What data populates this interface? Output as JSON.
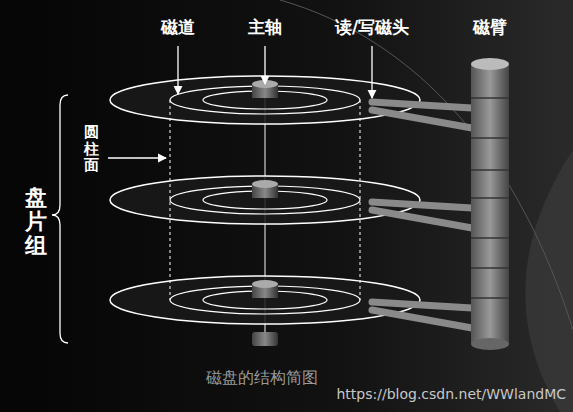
{
  "diagram": {
    "caption": "磁盘的结构简图",
    "labels": [
      "磁道",
      "主轴",
      "读/写磁头",
      "磁臂",
      "圆柱面",
      "盘片组",
      "https://blog.csdn.net/WWlandMC"
    ]
  }
}
